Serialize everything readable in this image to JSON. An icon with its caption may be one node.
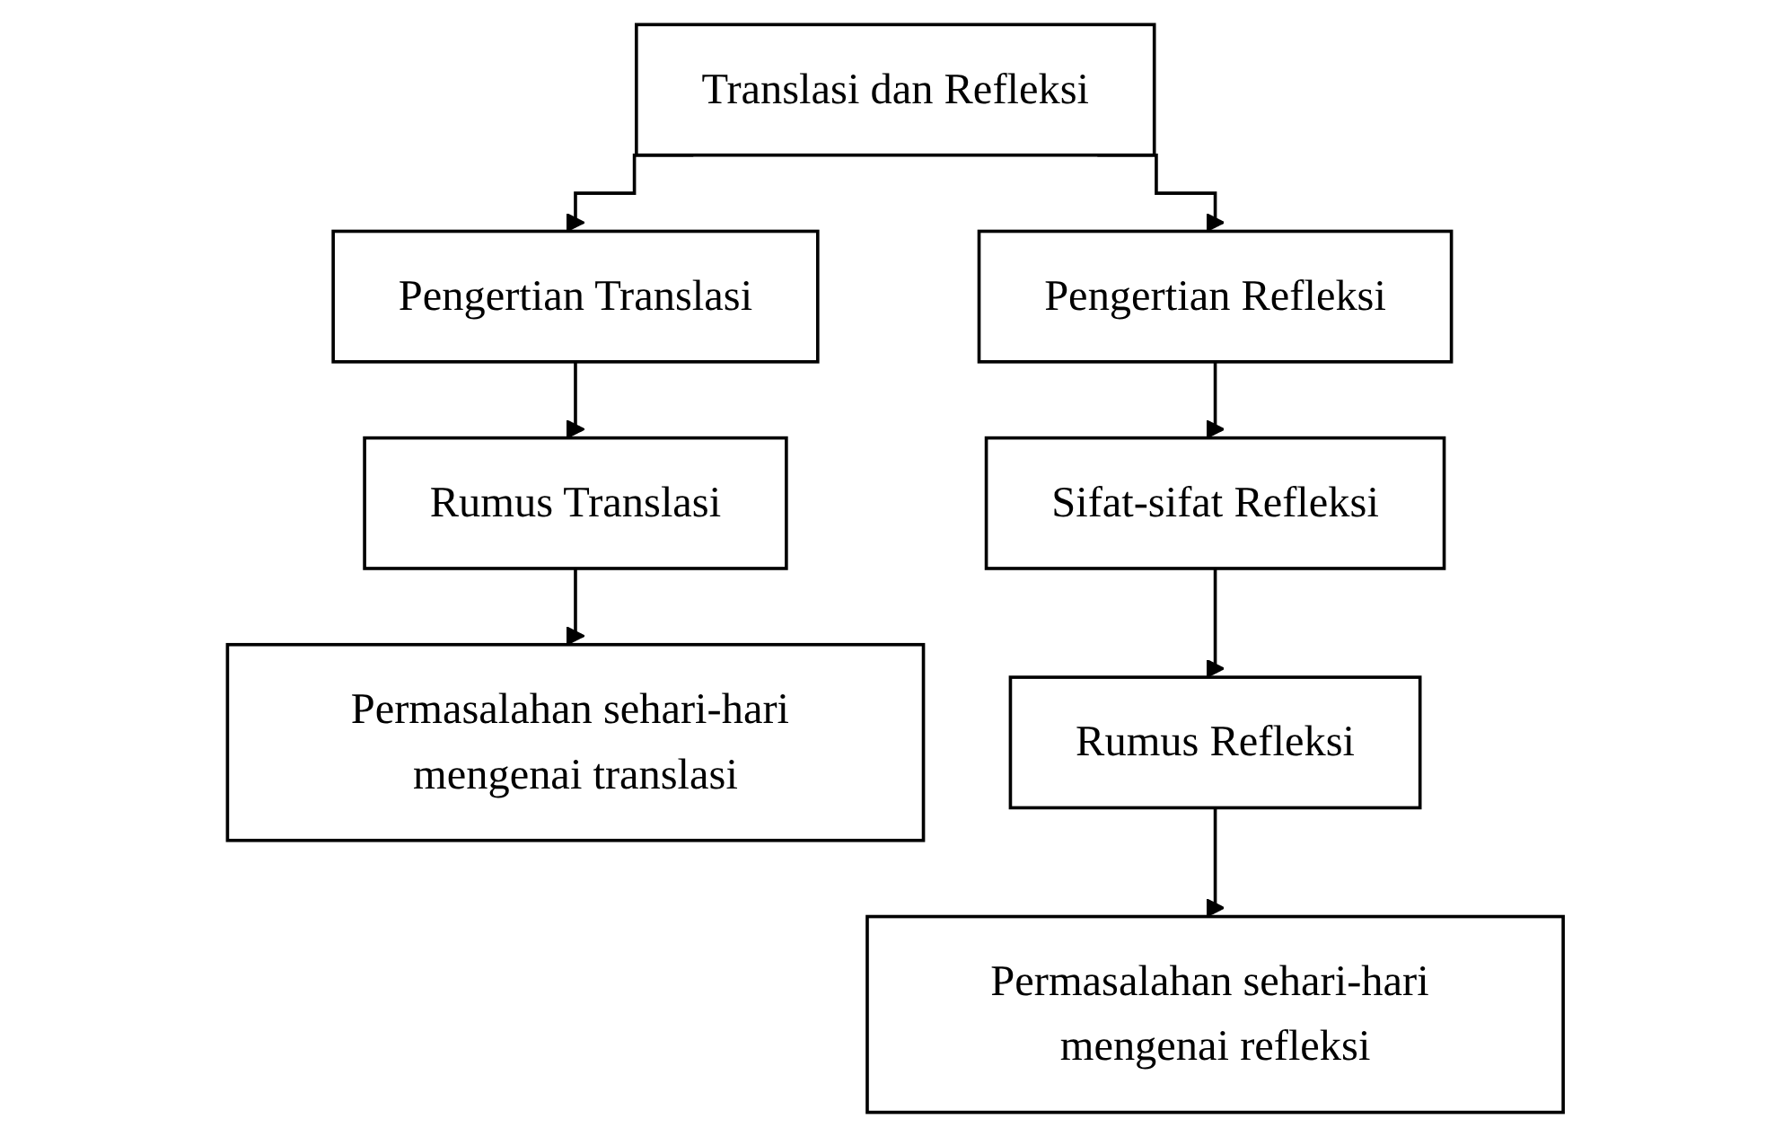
{
  "diagram": {
    "nodes": [
      {
        "text": [
          "Translasi dan Refleksi"
        ]
      },
      {
        "text": [
          "Pengertian Translasi"
        ]
      },
      {
        "text": [
          "Pengertian Refleksi"
        ]
      },
      {
        "text": [
          "Rumus Translasi"
        ]
      },
      {
        "text": [
          "Sifat-sifat Refleksi"
        ]
      },
      {
        "text": [
          "Permasalahan sehari-hari mengenai translasi"
        ]
      },
      {
        "text": [
          "Rumus Refleksi"
        ]
      },
      {
        "text": [
          "Permasalahan sehari-hari mengenai refleksi"
        ]
      }
    ],
    "edges": [
      {
        "from": 0,
        "to": 1,
        "arrow": "to"
      },
      {
        "from": 0,
        "to": 2,
        "arrow": "to"
      },
      {
        "from": 1,
        "to": 3,
        "arrow": "to"
      },
      {
        "from": 3,
        "to": 5,
        "arrow": "to"
      },
      {
        "from": 2,
        "to": 4,
        "arrow": "to"
      },
      {
        "from": 4,
        "to": 6,
        "arrow": "to"
      },
      {
        "from": 6,
        "to": 7,
        "arrow": "to"
      }
    ]
  }
}
